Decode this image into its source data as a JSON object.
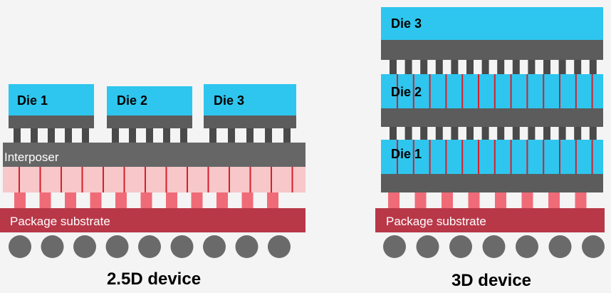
{
  "colors": {
    "background": "#f4f4f4",
    "die": "#2ec6ee",
    "die_base": "#5c5c5c",
    "bump": "#4a4a4a",
    "interposer": "#666666",
    "interposer_via_zone": "#f7c7c9",
    "via": "#d61f2c",
    "package_bump": "#f06b78",
    "package_substrate": "#b83848",
    "ball": "#6a6a6a"
  },
  "left_device": {
    "caption": "2.5D device",
    "dies": [
      "Die 1",
      "Die 2",
      "Die 3"
    ],
    "interposer_label": "Interposer",
    "substrate_label": "Package substrate",
    "ball_count": 9
  },
  "right_device": {
    "caption": "3D device",
    "dies": [
      "Die 3",
      "Die 2",
      "Die 1"
    ],
    "substrate_label": "Package substrate",
    "ball_count": 7
  }
}
